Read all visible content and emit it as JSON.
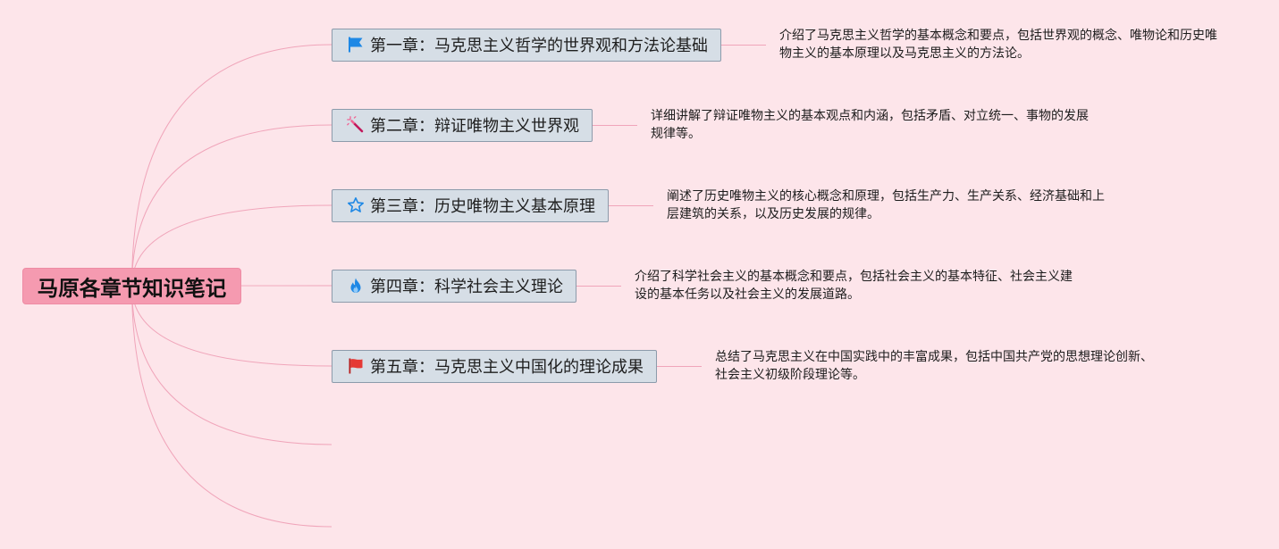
{
  "mindmap": {
    "root": {
      "label": "马原各章节知识笔记"
    },
    "chapters": [
      {
        "label": "第一章：马克思主义哲学的世界观和方法论基础",
        "icon": "blue-flag-icon",
        "note_lines": [
          "介绍了马克思主义哲学的基本概念和要点，包括世界观的概念、唯物论和历史唯",
          "物主义的基本原理以及马克思主义的方法论。"
        ]
      },
      {
        "label": "第二章：辩证唯物主义世界观",
        "icon": "magic-wand-icon",
        "note_lines": [
          "详细讲解了辩证唯物主义的基本观点和内涵，包括矛盾、对立统一、事物的发展",
          "规律等。"
        ]
      },
      {
        "label": "第三章：历史唯物主义基本原理",
        "icon": "star-icon",
        "note_lines": [
          "阐述了历史唯物主义的核心概念和原理，包括生产力、生产关系、经济基础和上",
          "层建筑的关系，以及历史发展的规律。"
        ]
      },
      {
        "label": "第四章：科学社会主义理论",
        "icon": "fire-icon",
        "note_lines": [
          "介绍了科学社会主义的基本概念和要点，包括社会主义的基本特征、社会主义建",
          "设的基本任务以及社会主义的发展道路。"
        ]
      },
      {
        "label": "第五章：马克思主义中国化的理论成果",
        "icon": "red-flag-icon",
        "note_lines": [
          "总结了马克思主义在中国实践中的丰富成果，包括中国共产党的思想理论创新、",
          "社会主义初级阶段理论等。"
        ]
      }
    ]
  },
  "colors": {
    "background": "#fde5ea",
    "root_fill": "#f59ab0",
    "root_border": "#ee8ba4",
    "topic_fill": "#d6dee6",
    "topic_border": "#8c9bab",
    "branch_line": "#f0a5ba",
    "icon_blue": "#1e88e5",
    "icon_blue_light": "#90caf9",
    "icon_red": "#e53935",
    "icon_red_dark": "#b71c1c",
    "icon_wand": "#c2185b",
    "icon_wand_sparkle": "#f06292"
  }
}
